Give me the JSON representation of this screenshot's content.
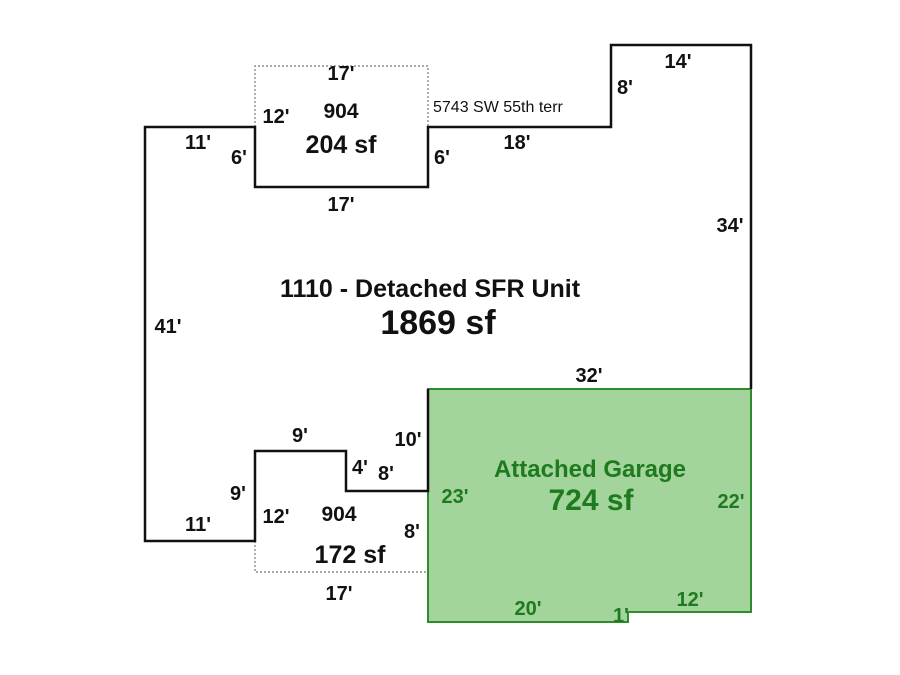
{
  "colors": {
    "outline": "#111111",
    "garage_fill": "#a3d49b",
    "garage_stroke": "#2e8b2e",
    "garage_text": "#1e7a1e",
    "porch_dotted": "#777777"
  },
  "address": "5743 SW 55th terr",
  "main_unit": {
    "code_label": "1110 - Detached SFR Unit",
    "area": "1869 sf"
  },
  "top_porch": {
    "code": "904",
    "area": "204 sf",
    "dims": {
      "top": "17'",
      "bottom": "17'",
      "left_upper": "12'",
      "left_lower": "6'",
      "right": "6'"
    }
  },
  "bottom_porch": {
    "code": "904",
    "area": "172 sf",
    "dims": {
      "bottom": "17'",
      "left": "12'",
      "right": "8'"
    }
  },
  "garage": {
    "title": "Attached Garage",
    "area": "724 sf",
    "dims": {
      "left": "23'",
      "right": "22'",
      "bottom_left": "20'",
      "notch": "1'",
      "bottom_right": "12'"
    }
  },
  "main_dims": {
    "top_left": "11'",
    "top_mid": "18'",
    "jog_up": "8'",
    "top_right": "14'",
    "right": "34'",
    "garage_top": "32'",
    "left": "41'",
    "bottom_left": "11'",
    "step_vertical": "9'",
    "step_top": "9'",
    "step_down": "4'",
    "step_right": "8'",
    "garage_side": "10'"
  }
}
